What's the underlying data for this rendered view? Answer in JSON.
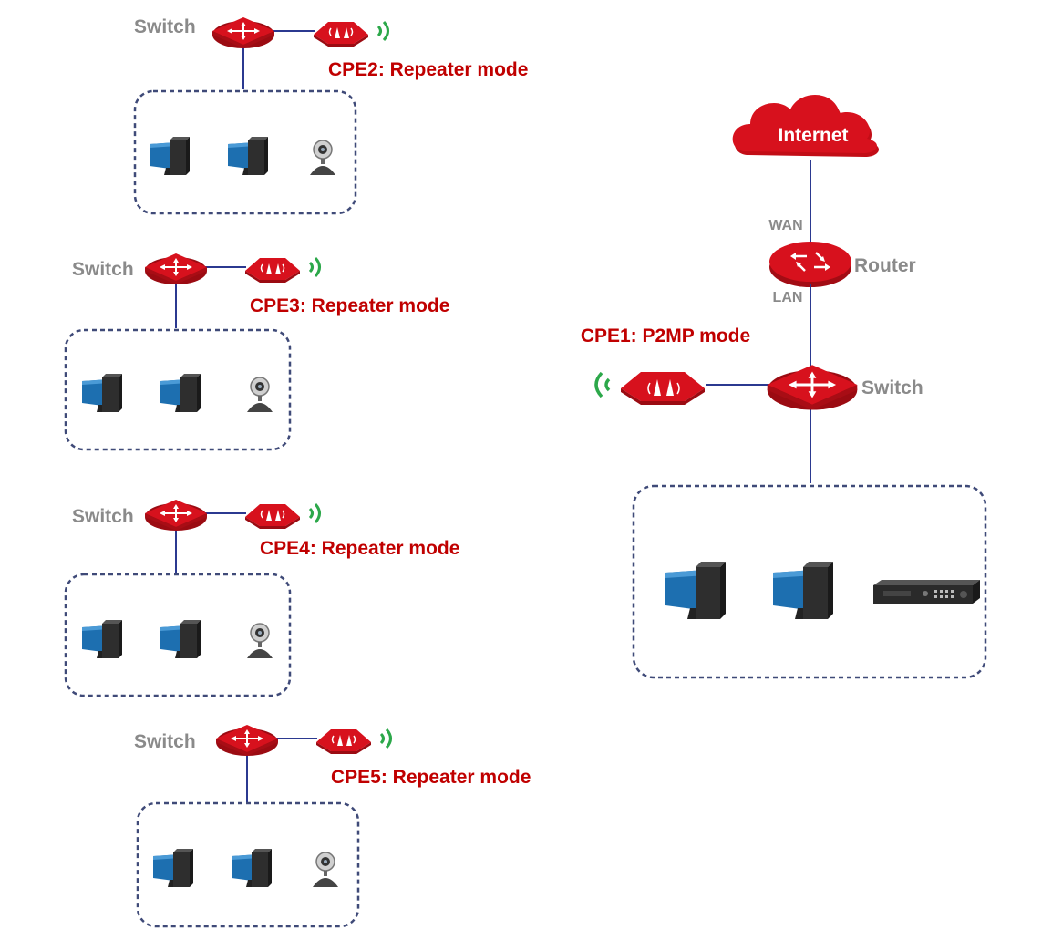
{
  "colors": {
    "device_red": "#d7111d",
    "link_blue": "#2b3990",
    "wifi_green": "#2ca84a",
    "label_red": "#c00000",
    "label_gray": "#8a8a8a"
  },
  "icons": [
    "switch-icon",
    "cpe-icon",
    "wifi-signal-icon",
    "monitor-icon",
    "pc-tower-icon",
    "webcam-icon",
    "nvr-icon",
    "router-icon",
    "cloud-icon"
  ],
  "main": {
    "internet": "Internet",
    "wan": "WAN",
    "router": "Router",
    "lan": "LAN",
    "cpe1": "CPE1: P2MP mode",
    "switch": "Switch"
  },
  "branches": [
    {
      "switch": "Switch",
      "cpe": "CPE2: Repeater mode"
    },
    {
      "switch": "Switch",
      "cpe": "CPE3: Repeater mode"
    },
    {
      "switch": "Switch",
      "cpe": "CPE4: Repeater mode"
    },
    {
      "switch": "Switch",
      "cpe": "CPE5: Repeater mode"
    }
  ]
}
